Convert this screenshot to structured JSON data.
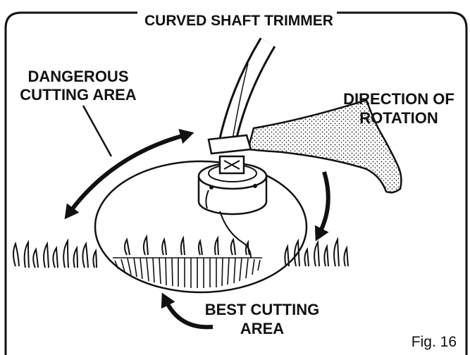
{
  "title": "CURVED SHAFT TRIMMER",
  "labels": {
    "dangerous_line1": "DANGEROUS",
    "dangerous_line2": "CUTTING AREA",
    "direction_line1": "DIRECTION OF",
    "direction_line2": "ROTATION",
    "best_line1": "BEST CUTTING",
    "best_line2": "AREA"
  },
  "figure_number": "Fig. 16",
  "colors": {
    "ink": "#111111",
    "background": "#ffffff"
  }
}
